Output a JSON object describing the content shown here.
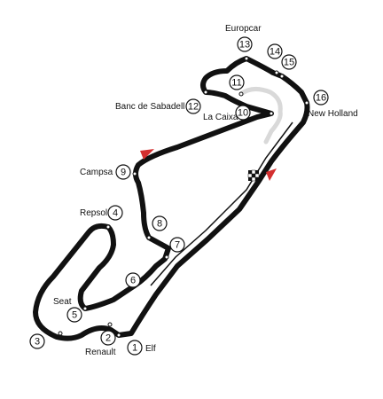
{
  "colors": {
    "track": "#111111",
    "runoff": "#d9d9d9",
    "marker": "#d32f2f",
    "background": "#ffffff"
  },
  "corners": [
    {
      "number": "1",
      "name": "Elf"
    },
    {
      "number": "2",
      "name": "Renault"
    },
    {
      "number": "3",
      "name": ""
    },
    {
      "number": "4",
      "name": "Repsol"
    },
    {
      "number": "5",
      "name": "Seat"
    },
    {
      "number": "6",
      "name": ""
    },
    {
      "number": "7",
      "name": ""
    },
    {
      "number": "8",
      "name": ""
    },
    {
      "number": "9",
      "name": "Campsa"
    },
    {
      "number": "10",
      "name": "La Caixa"
    },
    {
      "number": "11",
      "name": ""
    },
    {
      "number": "12",
      "name": "Banc de Sabadell"
    },
    {
      "number": "13",
      "name": "Europcar"
    },
    {
      "number": "14",
      "name": ""
    },
    {
      "number": "15",
      "name": ""
    },
    {
      "number": "16",
      "name": "New Holland"
    }
  ],
  "icons": {
    "start_finish": "checkered-flag-icon",
    "direction_markers": "direction-arrow-icon"
  }
}
